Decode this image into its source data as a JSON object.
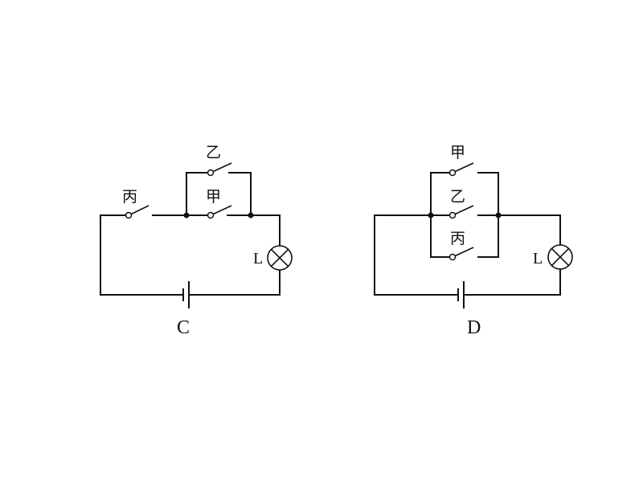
{
  "diagrams": [
    {
      "caption": "C",
      "lamp_label": "L",
      "switch_labels": {
        "bing": "丙",
        "yi": "乙",
        "jia": "甲"
      }
    },
    {
      "caption": "D",
      "lamp_label": "L",
      "switch_labels": {
        "jia": "甲",
        "yi": "乙",
        "bing": "丙"
      }
    }
  ]
}
